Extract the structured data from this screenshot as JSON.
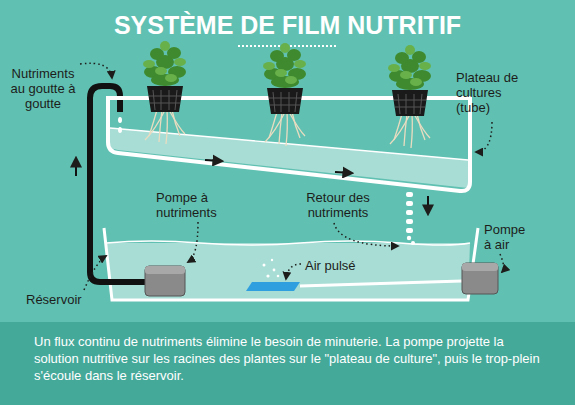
{
  "diagram": {
    "title": "SYSTÈME DE FILM NUTRITIF",
    "caption": "Un flux continu de nutriments élimine le besoin de minuterie. La pompe projette la solution nutritive sur les racines des plantes sur le \"plateau de culture\", puis le trop-plein s'écoule dans le réservoir.",
    "labels": [
      "Nutriments au goutte à goutte",
      "Plateau de cultures (tube)",
      "Pompe à nutriments",
      "Retour des nutriments",
      "Pompe à air",
      "Air pulsé",
      "Réservoir"
    ]
  }
}
